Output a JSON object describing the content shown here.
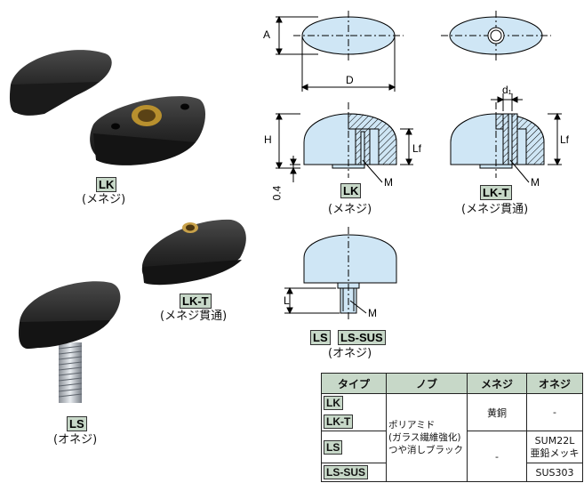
{
  "photos": {
    "lk": {
      "tag": "LK",
      "sub": "(メネジ)"
    },
    "lkt": {
      "tag": "LK-T",
      "sub": "(メネジ貫通)"
    },
    "ls": {
      "tag": "LS",
      "sub": "(オネジ)"
    }
  },
  "drawings": {
    "dim_a": "A",
    "dim_d": "D",
    "dim_d1": "d₁",
    "dim_h": "H",
    "dim_lf": "Lf",
    "dim_lf2": "Lf",
    "dim_04": "0.4",
    "dim_m1": "M",
    "dim_m2": "M",
    "dim_l": "L",
    "dim_m3": "M",
    "lk_tag": "LK",
    "lk_sub": "(メネジ)",
    "lkt_tag": "LK-T",
    "lkt_sub": "(メネジ貫通)",
    "ls_tag": "LS",
    "lssus_tag": "LS-SUS",
    "ls_sub": "(オネジ)"
  },
  "table": {
    "headers": [
      "タイプ",
      "ノブ",
      "メネジ",
      "オネジ"
    ],
    "types": [
      "LK",
      "LK-T",
      "LS",
      "LS-SUS"
    ],
    "knob_lines": [
      "ポリアミド",
      "(ガラス繊維強化)",
      "つや消しブラック"
    ],
    "female_brass": "黄銅",
    "female_none": "-",
    "male_none": "-",
    "male_sum_1": "SUM22L",
    "male_sum_2": "亜鉛メッキ",
    "male_sus": "SUS303"
  },
  "colors": {
    "body": "#2a2a2a",
    "brass": "#c9a24a",
    "drawing_fill": "#cfe6f5",
    "tag_bg": "#c7d8c8"
  }
}
